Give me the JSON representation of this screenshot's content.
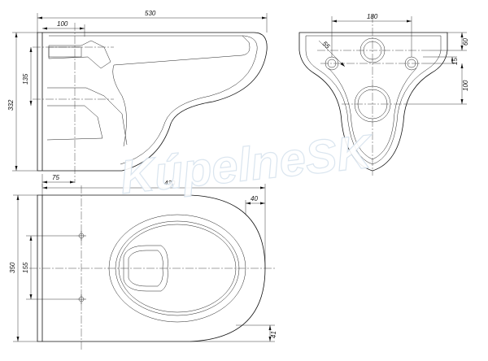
{
  "drawing": {
    "watermark": "KúpelneSK",
    "side_view": {
      "overall_length": "530",
      "top_offset": "100",
      "overall_height": "332",
      "inner_height": "135",
      "bottom_offset": "75"
    },
    "front_view": {
      "width": "180",
      "hole_diameter": "55",
      "upper_offset": "60",
      "small_offset": "15",
      "lower_offset": "100"
    },
    "top_view": {
      "length": "430",
      "rim_offset": "40",
      "width": "350",
      "bolt_spacing": "155",
      "bottom_offset": "41"
    }
  }
}
